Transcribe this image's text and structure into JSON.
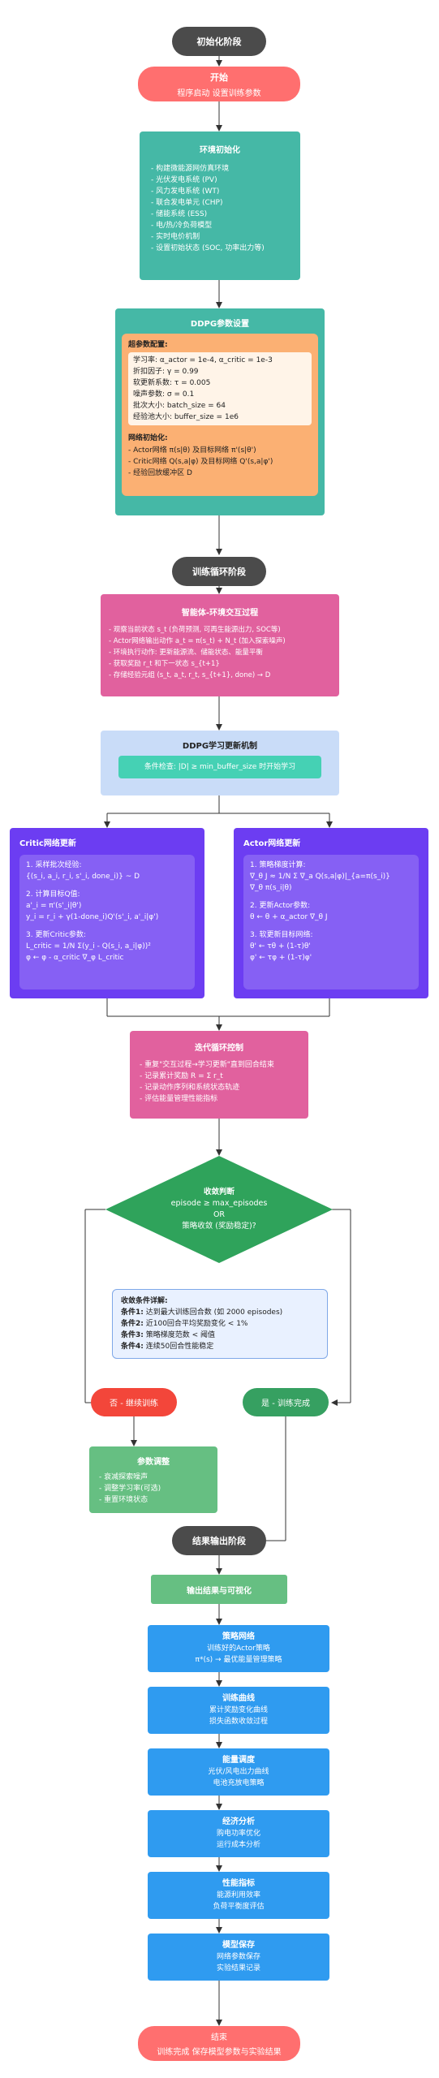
{
  "stages": {
    "init": "初始化阶段",
    "loop": "训练循环阶段",
    "output": "结果输出阶段"
  },
  "start": {
    "title": "开始",
    "sub": "程序启动 设置训练参数"
  },
  "env": {
    "title": "环境初始化",
    "items": [
      "- 构建微能源网仿真环境",
      "- 光伏发电系统 (PV)",
      "- 风力发电系统 (WT)",
      "- 联合发电单元 (CHP)",
      "- 储能系统 (ESS)",
      "- 电/热/冷负荷模型",
      "- 实时电价机制",
      "- 设置初始状态 (SOC, 功率出力等)"
    ]
  },
  "ddpg": {
    "title": "DDPG参数设置",
    "hyper_title": "超参数配置:",
    "hyper": [
      "学习率: α_actor = 1e-4, α_critic = 1e-3",
      "折扣因子: γ = 0.99",
      "软更新系数: τ = 0.005",
      "噪声参数: σ = 0.1",
      "批次大小: batch_size = 64",
      "经验池大小: buffer_size = 1e6"
    ],
    "net_title": "网络初始化:",
    "net": [
      "- Actor网络 π(s|θ) 及目标网络 π'(s|θ')",
      "- Critic网络 Q(s,a|φ) 及目标网络 Q'(s,a|φ')",
      "- 经验回放缓冲区 D"
    ]
  },
  "interact": {
    "title": "智能体-环境交互过程",
    "items": [
      "- 观察当前状态 s_t (负荷预测, 可再生能源出力, SOC等)",
      "- Actor网络输出动作 a_t = π(s_t) + N_t (加入探索噪声)",
      "- 环境执行动作: 更新能源流、储能状态、能量平衡",
      "- 获取奖励 r_t 和下一状态 s_{t+1}",
      "- 存储经验元组 (s_t, a_t, r_t, s_{t+1}, done) → D"
    ]
  },
  "update": {
    "title": "DDPG学习更新机制",
    "cond": "条件检查: |D| ≥ min_buffer_size 时开始学习"
  },
  "critic": {
    "title": "Critic网络更新",
    "lines": [
      "1. 采样批次经验:",
      "{(s_i, a_i, r_i, s'_i, done_i)} ~ D",
      "",
      "2. 计算目标Q值:",
      "a'_i = π'(s'_i|θ')",
      "y_i = r_i + γ(1-done_i)Q'(s'_i, a'_i|φ')",
      "",
      "3. 更新Critic参数:",
      "L_critic = 1/N Σ(y_i - Q(s_i, a_i|φ))²",
      "φ ← φ - α_critic ∇_φ L_critic"
    ]
  },
  "actor": {
    "title": "Actor网络更新",
    "lines": [
      "1. 策略梯度计算:",
      "∇_θ J ≈ 1/N Σ ∇_a Q(s,a|φ)|_{a=π(s_i)}",
      "∇_θ π(s_i|θ)",
      "",
      "2. 更新Actor参数:",
      "θ ← θ + α_actor ∇_θ J",
      "",
      "3. 软更新目标网络:",
      "θ' ← τθ + (1-τ)θ'",
      "φ' ← τφ + (1-τ)φ'"
    ]
  },
  "iter": {
    "title": "迭代循环控制",
    "items": [
      "- 重复\"交互过程→学习更新\"直到回合结束",
      "- 记录累计奖励 R = Σ r_t",
      "- 记录动作序列和系统状态轨迹",
      "- 评估能量管理性能指标"
    ]
  },
  "judge": {
    "title": "收敛判断",
    "l1": "episode ≥ max_episodes",
    "l2": "OR",
    "l3": "策略收敛 (奖励稳定)?"
  },
  "conv": {
    "title": "收敛条件详解:",
    "rows": [
      {
        "k": "条件1:",
        "v": "达到最大训练回合数 (如 2000 episodes)"
      },
      {
        "k": "条件2:",
        "v": "近100回合平均奖励变化 < 1%"
      },
      {
        "k": "条件3:",
        "v": "策略梯度范数 < 阈值"
      },
      {
        "k": "条件4:",
        "v": "连续50回合性能稳定"
      }
    ]
  },
  "no": "否 - 继续训练",
  "yes": "是 - 训练完成",
  "adjust": {
    "title": "参数调整",
    "items": [
      "- 衰减探索噪声",
      "- 调整学习率(可选)",
      "- 重置环境状态"
    ]
  },
  "viz": "输出结果与可视化",
  "results": [
    {
      "title": "策略网络",
      "l1": "训练好的Actor策略",
      "l2": "π*(s) → 最优能量管理策略"
    },
    {
      "title": "训练曲线",
      "l1": "累计奖励变化曲线",
      "l2": "损失函数收敛过程"
    },
    {
      "title": "能量调度",
      "l1": "光伏/风电出力曲线",
      "l2": "电池充放电策略"
    },
    {
      "title": "经济分析",
      "l1": "购电功率优化",
      "l2": "运行成本分析"
    },
    {
      "title": "性能指标",
      "l1": "能源利用效率",
      "l2": "负荷平衡度评估"
    },
    {
      "title": "模型保存",
      "l1": "网络参数保存",
      "l2": "实验结果记录"
    }
  ],
  "end": {
    "title": "结束",
    "sub": "训练完成 保存模型参数与实验结果"
  },
  "colors": {
    "stage": "#4b4b4b",
    "start": "#ff6f6f",
    "env": "#45b8a6",
    "ddpg_outer": "#45b8a6",
    "ddpg_inner": "#fbb073",
    "interact": "#e1619e",
    "update_bg": "#c9dcf8",
    "cond": "#45d1b4",
    "net": "#6c3df2",
    "diamond": "#2fa35b",
    "conv_bg": "#e9f1ff",
    "no": "#f3463a",
    "yes": "#36a061",
    "adjust": "#66bf82",
    "viz": "#66bf82",
    "result": "#2f9bf0"
  }
}
